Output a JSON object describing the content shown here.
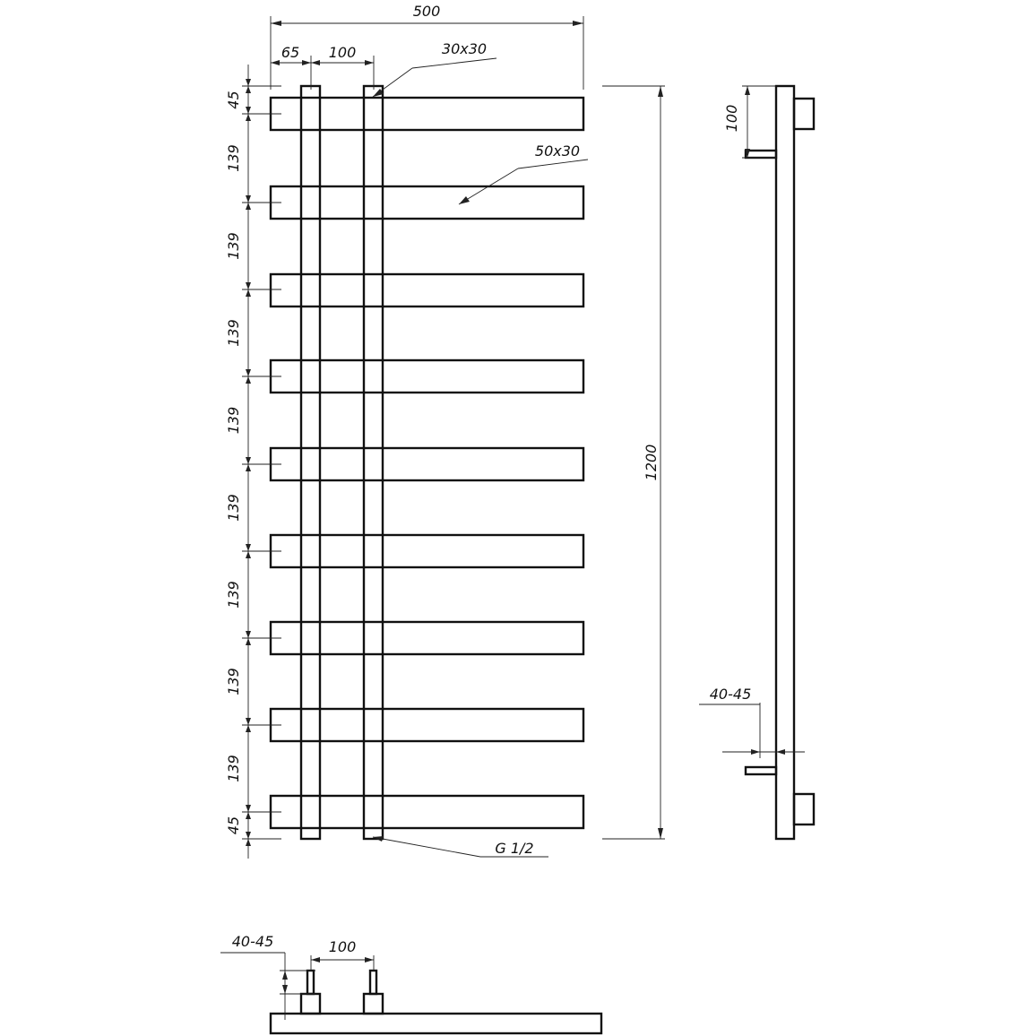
{
  "front_view": {
    "overall_width": "500",
    "left_offset": "65",
    "pipe_spacing": "100",
    "vertical_pipe_section": "30x30",
    "rail_section": "50x30",
    "top_margin": "45",
    "bottom_margin": "45",
    "rail_pitch_labels": [
      "139",
      "139",
      "139",
      "139",
      "139",
      "139",
      "139",
      "139"
    ],
    "overall_height": "1200",
    "connection_thread": "G 1/2"
  },
  "side_view": {
    "bracket_height": "100",
    "wall_distance": "40-45"
  },
  "bottom_view": {
    "wall_distance": "40-45",
    "pipe_spacing": "100"
  }
}
